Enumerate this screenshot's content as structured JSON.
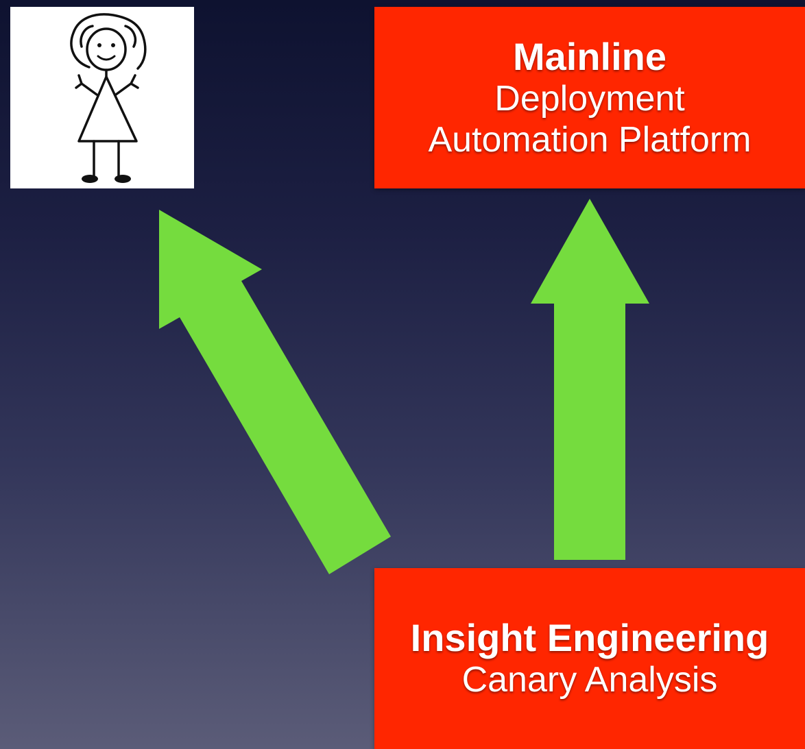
{
  "top_box": {
    "title": "Mainline",
    "line1": "Deployment",
    "line2": "Automation Platform"
  },
  "bottom_box": {
    "title": "Insight Engineering",
    "line1": "Canary Analysis"
  },
  "colors": {
    "box_fill": "#ff2600",
    "arrow_fill": "#75dc3e",
    "card_fill": "#ffffff",
    "background_top": "#0e1230",
    "background_bottom": "#5b5c78"
  },
  "icons": {
    "person": "stick-figure-girl-icon",
    "arrows": [
      "diagonal-up-left-arrow-icon",
      "vertical-up-arrow-icon"
    ]
  }
}
